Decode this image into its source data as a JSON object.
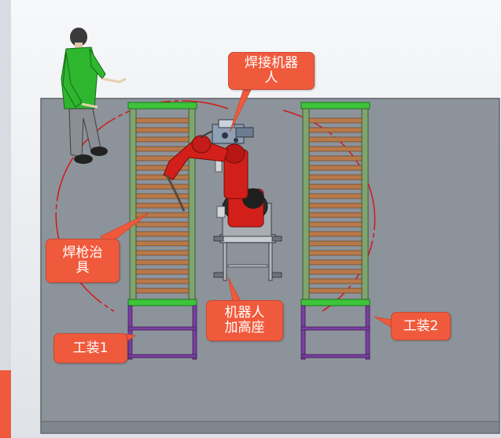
{
  "labels": {
    "welding_robot": "焊接机器\n人",
    "torch_fixture": "焊枪治\n具",
    "robot_base": "机器人\n加高座",
    "fixture_1": "工装1",
    "fixture_2": "工装2"
  },
  "colors": {
    "floor": "#8d939b",
    "callout": "#f05a3c",
    "robot": "#d21f1a",
    "rack_green": "#3ec43a",
    "rack_purple": "#7a3fa0",
    "slat_wood": "#b8794a",
    "reach_circle": "#cc1f1f",
    "operator_jacket": "#2fb62f"
  }
}
